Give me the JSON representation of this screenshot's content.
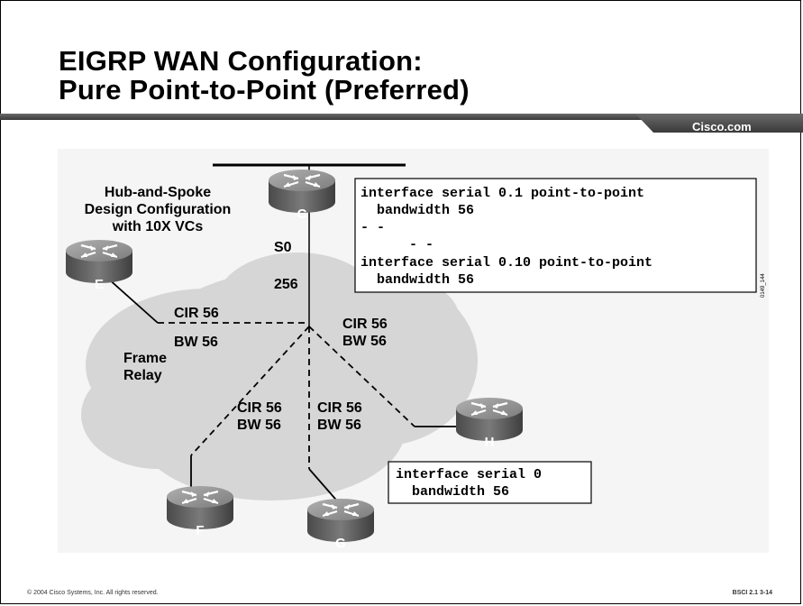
{
  "slide": {
    "title_line1": "EIGRP WAN Configuration:",
    "title_line2": "Pure Point-to-Point (Preferred)",
    "brand": "Cisco.com",
    "footer_left": "© 2004 Cisco Systems, Inc. All rights reserved.",
    "footer_right": "BSCI 2.1   3-14",
    "figure_id": "0149_144"
  },
  "diagram": {
    "hub_label": [
      "Hub-and-Spoke",
      "Design Configuration",
      "with 10X VCs"
    ],
    "cloud_label": [
      "Frame",
      "Relay"
    ],
    "hub_interface": "S0",
    "hub_bandwidth": "256",
    "routers": {
      "c": "C",
      "e": "E",
      "f": "F",
      "g": "G",
      "h": "H"
    },
    "links": {
      "e": [
        "CIR 56",
        "BW 56"
      ],
      "h": [
        "CIR 56",
        "BW 56"
      ],
      "f": [
        "CIR 56",
        "BW 56"
      ],
      "g": [
        "CIR 56",
        "BW 56"
      ]
    },
    "hub_config": [
      "interface serial 0.1 point-to-point",
      "  bandwidth 56",
      "- -",
      "      - -",
      "interface serial 0.10 point-to-point",
      "  bandwidth 56"
    ],
    "spoke_config": [
      "interface serial 0",
      "  bandwidth 56"
    ]
  }
}
